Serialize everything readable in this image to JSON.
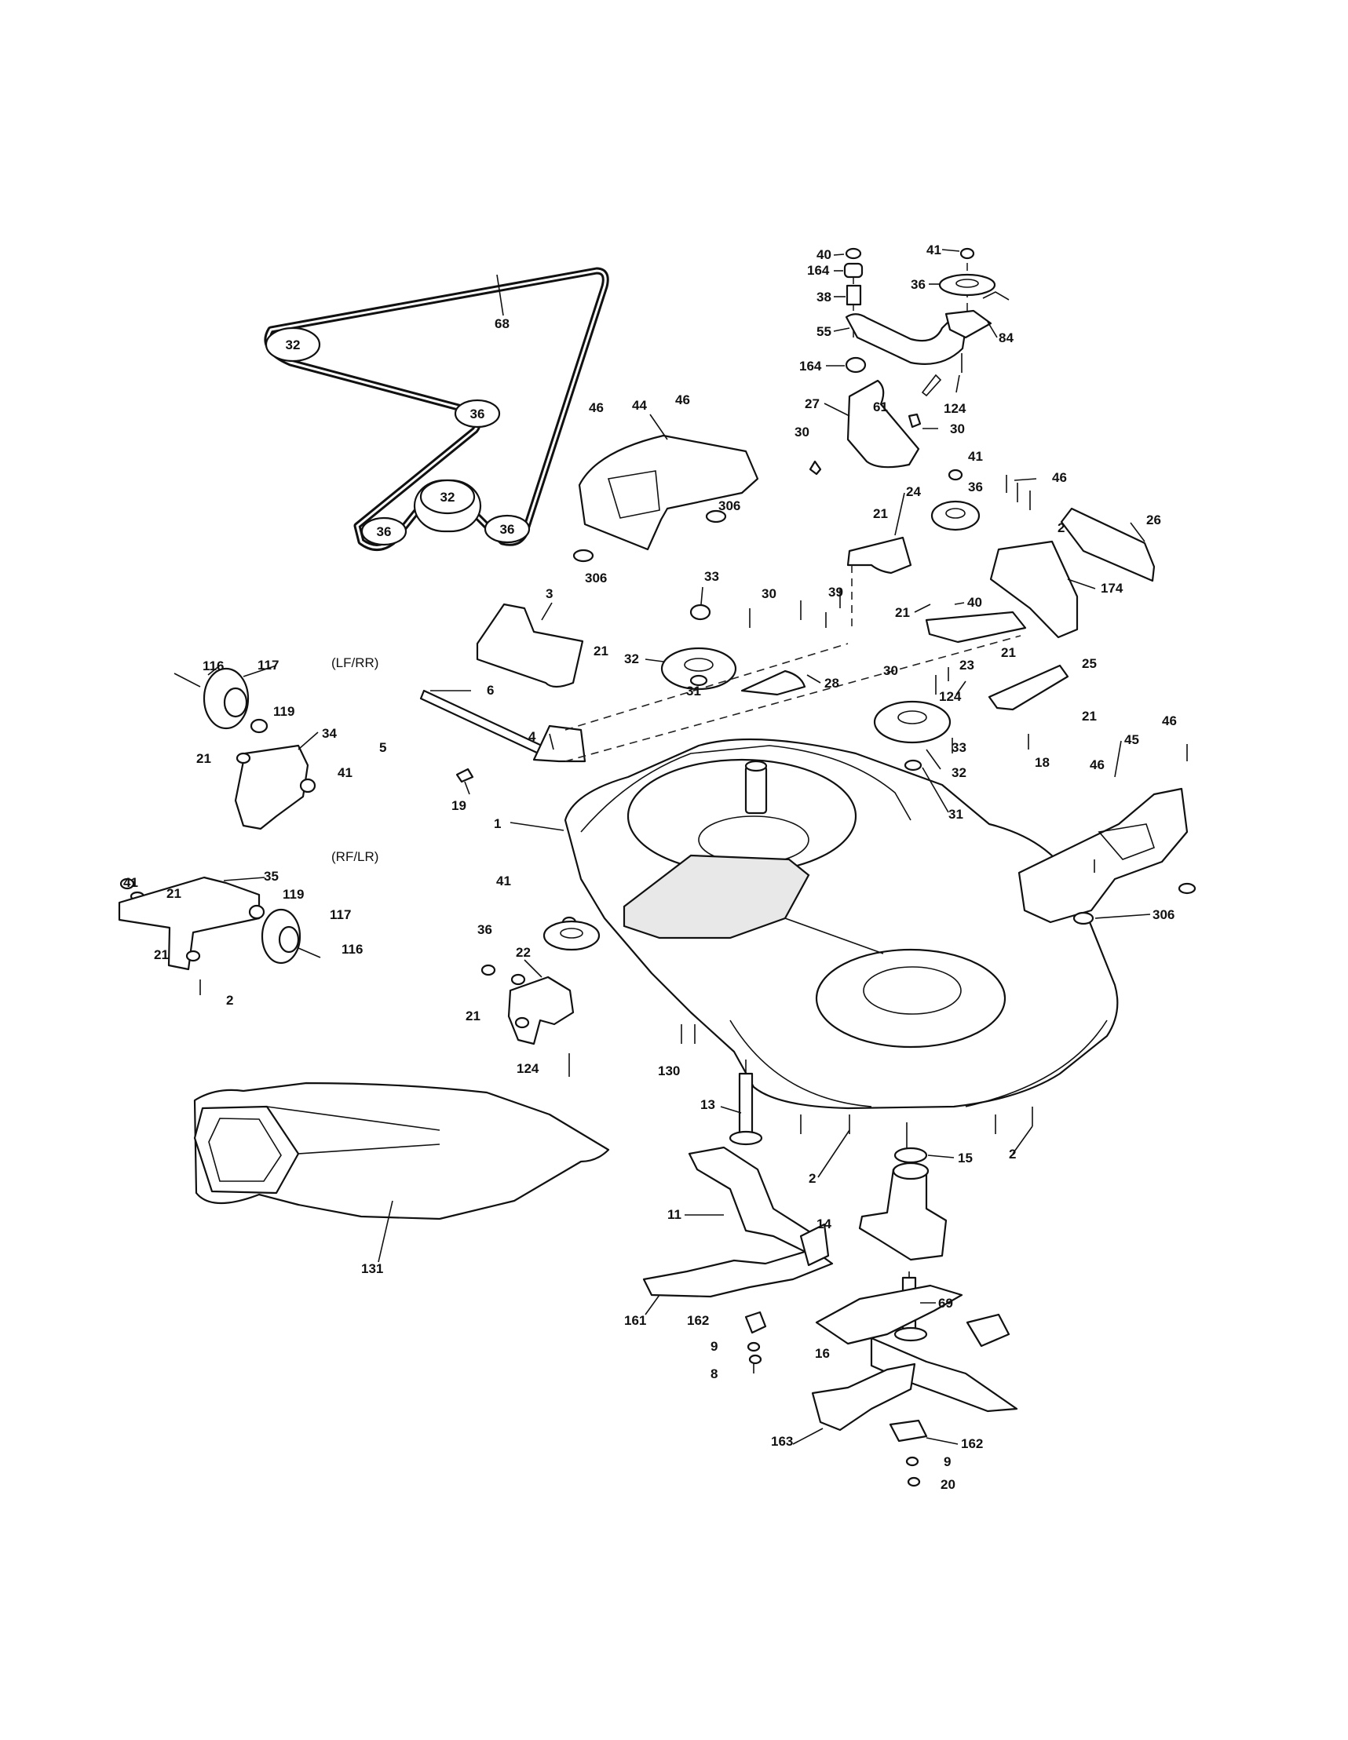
{
  "diagram": {
    "notes": {
      "lf_rr": "(LF/RR)",
      "rf_lr": "(RF/LR)"
    },
    "belt_callouts": {
      "p1": "32",
      "p2": "36",
      "p3": "32",
      "p4": "36",
      "p5": "36",
      "belt": "68"
    },
    "labels": {
      "l40a": "40",
      "l164a": "164",
      "l38": "38",
      "l55": "55",
      "l164b": "164",
      "l41a": "41",
      "l36a": "36",
      "l84": "84",
      "l124a": "124",
      "l61": "61",
      "l27": "27",
      "l30a": "30",
      "l30b": "30",
      "l41b": "41",
      "l36b": "36",
      "l46a": "46",
      "l26": "26",
      "l2a": "2",
      "l174": "174",
      "l21a": "21",
      "l24": "24",
      "l39": "39",
      "l21b": "21",
      "l40b": "40",
      "l46b": "46",
      "l44": "44",
      "l46c": "46",
      "l306a": "306",
      "l306b": "306",
      "l33a": "33",
      "l30c": "30",
      "l32a": "32",
      "l31a": "31",
      "l28": "28",
      "l3": "3",
      "l21c": "21",
      "l6": "6",
      "l5": "5",
      "l4": "4",
      "l19": "19",
      "l116a": "116",
      "l117a": "117",
      "l119a": "119",
      "l34": "34",
      "l21d": "21",
      "l41c": "41",
      "l30d": "30",
      "l124b": "124",
      "l23": "23",
      "l21e": "21",
      "l25": "25",
      "l21f": "21",
      "l18": "18",
      "l33b": "33",
      "l32b": "32",
      "l31b": "31",
      "l46d": "46",
      "l45": "45",
      "l46e": "46",
      "l306c": "306",
      "l1": "1",
      "l41d": "41",
      "l21g": "21",
      "l35": "35",
      "l119b": "119",
      "l117b": "117",
      "l116b": "116",
      "l21h": "21",
      "l2b": "2",
      "l41e": "41",
      "l36c": "36",
      "l22": "22",
      "l21i": "21",
      "l124c": "124",
      "l130": "130",
      "l13": "13",
      "l2c": "2",
      "l15": "15",
      "l2d": "2",
      "l11": "11",
      "l14": "14",
      "l131": "131",
      "l161": "161",
      "l69": "69",
      "l162a": "162",
      "l9a": "9",
      "l8": "8",
      "l16": "16",
      "l163": "163",
      "l162b": "162",
      "l9b": "9",
      "l20": "20"
    }
  }
}
